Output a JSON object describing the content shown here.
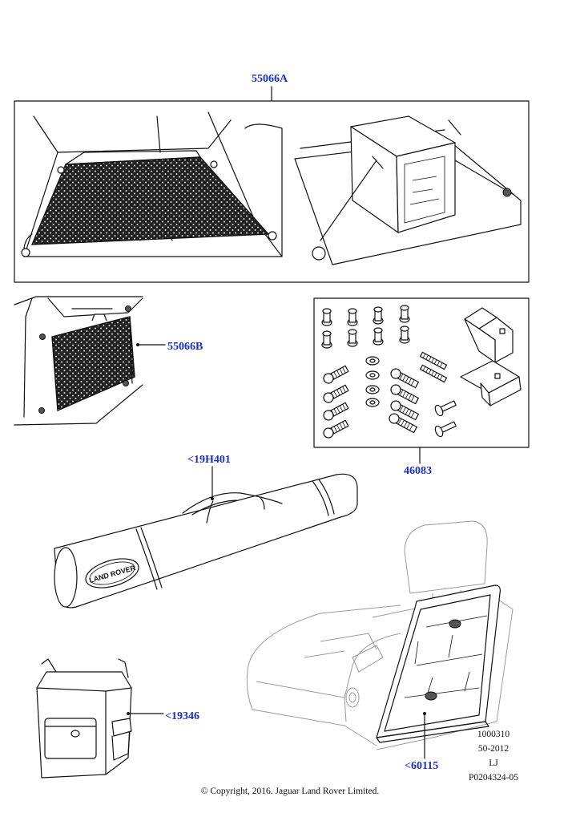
{
  "callouts": {
    "c1": "55066A",
    "c2": "55066B",
    "c3": "46083",
    "c4": "<19H401",
    "c5": "<19346",
    "c6": "<60115"
  },
  "illustration_ref": {
    "line1": "1000310",
    "line2": "50-2012",
    "line3": "LJ",
    "line4": "P0204324-05"
  },
  "logo_text": "LAND ROVER",
  "copyright": "© Copyright, 2016. Jaguar Land Rover Limited.",
  "colors": {
    "callout": "#1a2fc8",
    "line": "#111111",
    "seat_outline": "#9a9a9a"
  }
}
